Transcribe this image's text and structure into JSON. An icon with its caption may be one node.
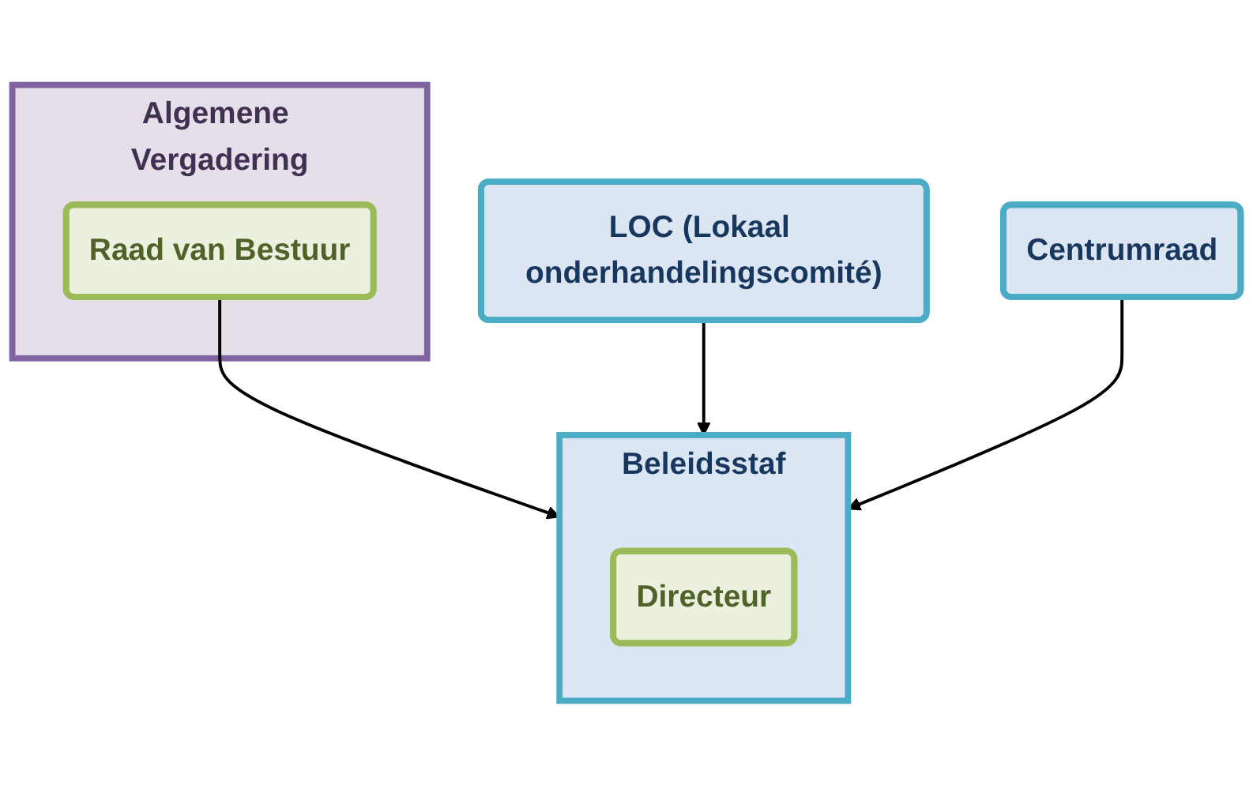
{
  "diagram": {
    "nodes": [
      {
        "text": [
          "Algemene Vergadering"
        ]
      },
      {
        "text": [
          "Raad van Bestuur"
        ],
        "in": 0
      },
      {
        "text": [
          "LOC (Lokaal onderhandelingscomité)"
        ]
      },
      {
        "text": [
          "Centrumraad"
        ]
      },
      {
        "text": [
          "Beleidsstaf"
        ]
      },
      {
        "text": [
          "Directeur"
        ],
        "in": 4
      }
    ],
    "edges": [
      {
        "from": 1,
        "to": 4,
        "arrow": "to"
      },
      {
        "from": 2,
        "to": 4,
        "arrow": "to"
      },
      {
        "from": 3,
        "to": 4,
        "arrow": "to"
      }
    ]
  }
}
